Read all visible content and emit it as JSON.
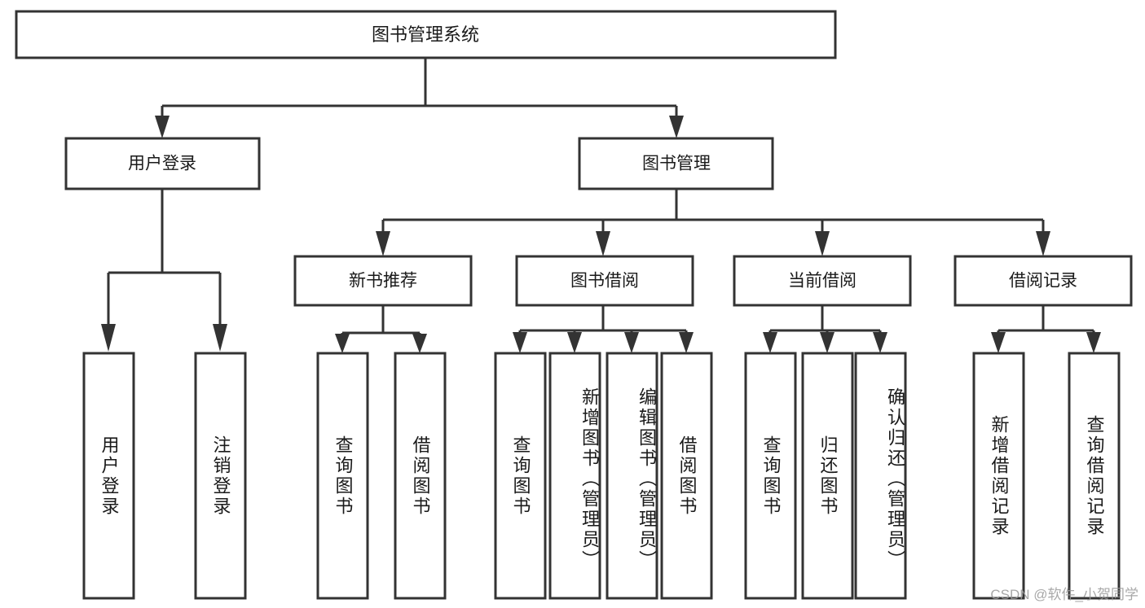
{
  "diagram": {
    "type": "tree-hierarchy",
    "title": "图书管理系统",
    "root": {
      "id": "root",
      "label": "图书管理系统",
      "orientation": "horizontal"
    },
    "level2": [
      {
        "id": "user-login",
        "label": "用户登录",
        "orientation": "horizontal"
      },
      {
        "id": "book-manage",
        "label": "图书管理",
        "orientation": "horizontal"
      }
    ],
    "level3": [
      {
        "id": "new-book-recommend",
        "label": "新书推荐",
        "orientation": "horizontal",
        "parent": "book-manage"
      },
      {
        "id": "book-borrow",
        "label": "图书借阅",
        "orientation": "horizontal",
        "parent": "book-manage"
      },
      {
        "id": "current-borrow",
        "label": "当前借阅",
        "orientation": "horizontal",
        "parent": "book-manage"
      },
      {
        "id": "borrow-record",
        "label": "借阅记录",
        "orientation": "horizontal",
        "parent": "book-manage"
      }
    ],
    "leaves": [
      {
        "id": "leaf-user-login",
        "label": "用户登录",
        "orientation": "vertical",
        "parent": "user-login"
      },
      {
        "id": "leaf-user-logout",
        "label": "注销登录",
        "orientation": "vertical",
        "parent": "user-login"
      },
      {
        "id": "leaf-query-book-1",
        "label": "查询图书",
        "orientation": "vertical",
        "parent": "new-book-recommend"
      },
      {
        "id": "leaf-borrow-book-1",
        "label": "借阅图书",
        "orientation": "vertical",
        "parent": "new-book-recommend"
      },
      {
        "id": "leaf-query-book-2",
        "label": "查询图书",
        "orientation": "vertical",
        "parent": "book-borrow"
      },
      {
        "id": "leaf-add-book",
        "label": "新增图书（管理员）",
        "orientation": "vertical",
        "parent": "book-borrow"
      },
      {
        "id": "leaf-edit-book",
        "label": "编辑图书（管理员）",
        "orientation": "vertical",
        "parent": "book-borrow"
      },
      {
        "id": "leaf-borrow-book-2",
        "label": "借阅图书",
        "orientation": "vertical",
        "parent": "book-borrow"
      },
      {
        "id": "leaf-query-book-3",
        "label": "查询图书",
        "orientation": "vertical",
        "parent": "current-borrow"
      },
      {
        "id": "leaf-return-book",
        "label": "归还图书",
        "orientation": "vertical",
        "parent": "current-borrow"
      },
      {
        "id": "leaf-confirm-return",
        "label": "确认归还（管理员）",
        "orientation": "vertical",
        "parent": "current-borrow"
      },
      {
        "id": "leaf-add-record",
        "label": "新增借阅记录",
        "orientation": "vertical",
        "parent": "borrow-record"
      },
      {
        "id": "leaf-query-record",
        "label": "查询借阅记录",
        "orientation": "vertical",
        "parent": "borrow-record"
      }
    ],
    "colors": {
      "box_fill": "#ffffff",
      "box_stroke": "#333333",
      "text": "#1a1a1a",
      "background": "#ffffff",
      "watermark": "#9a9a9a"
    }
  },
  "watermark": {
    "text": "CSDN @软件_小贺同学"
  }
}
